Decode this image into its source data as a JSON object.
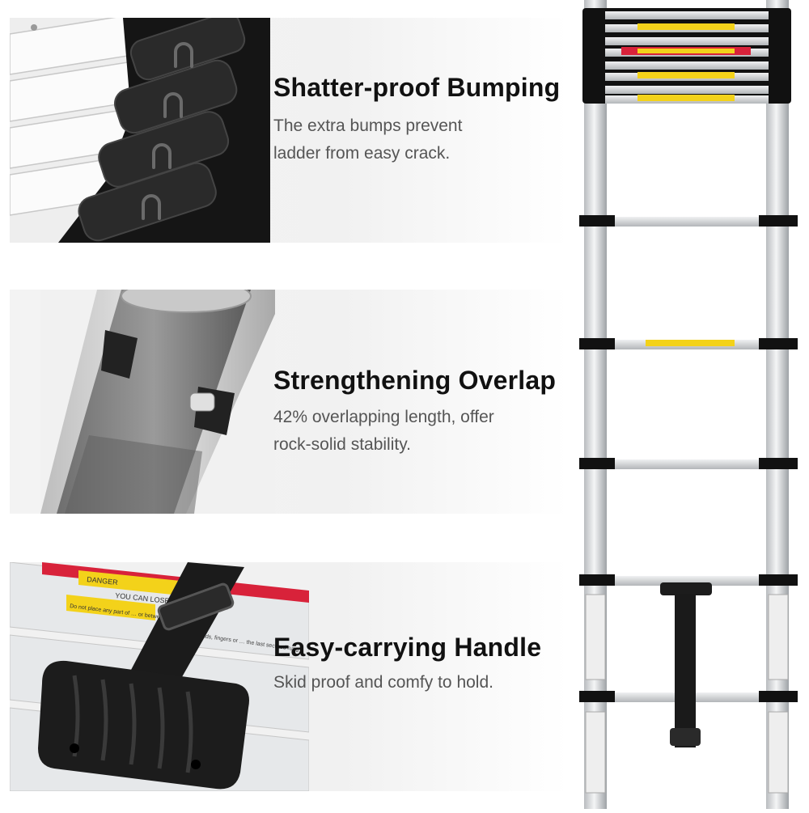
{
  "features": [
    {
      "title": "Shatter-proof Bumping",
      "desc_line1": "The extra bumps prevent",
      "desc_line2": "ladder from easy crack."
    },
    {
      "title": "Strengthening Overlap",
      "desc_line1": "42% overlapping length, offer",
      "desc_line2": "rock-solid stability."
    },
    {
      "title": "Easy-carrying Handle",
      "desc_line1": "Skid proof and comfy to hold."
    }
  ],
  "photo_labels": {
    "danger": "DANGER",
    "balance": "YOU CAN LOSE YOUR BALANCE",
    "warning_text": "Do not place any part of … or between rungs or …",
    "strap_text": "hands, fingers or … the last secured rung"
  },
  "colors": {
    "warning_yellow": "#f3d21a",
    "danger_red": "#d8223a",
    "rubber_black": "#1a1a1a",
    "aluminum": "#d9dcdf"
  }
}
